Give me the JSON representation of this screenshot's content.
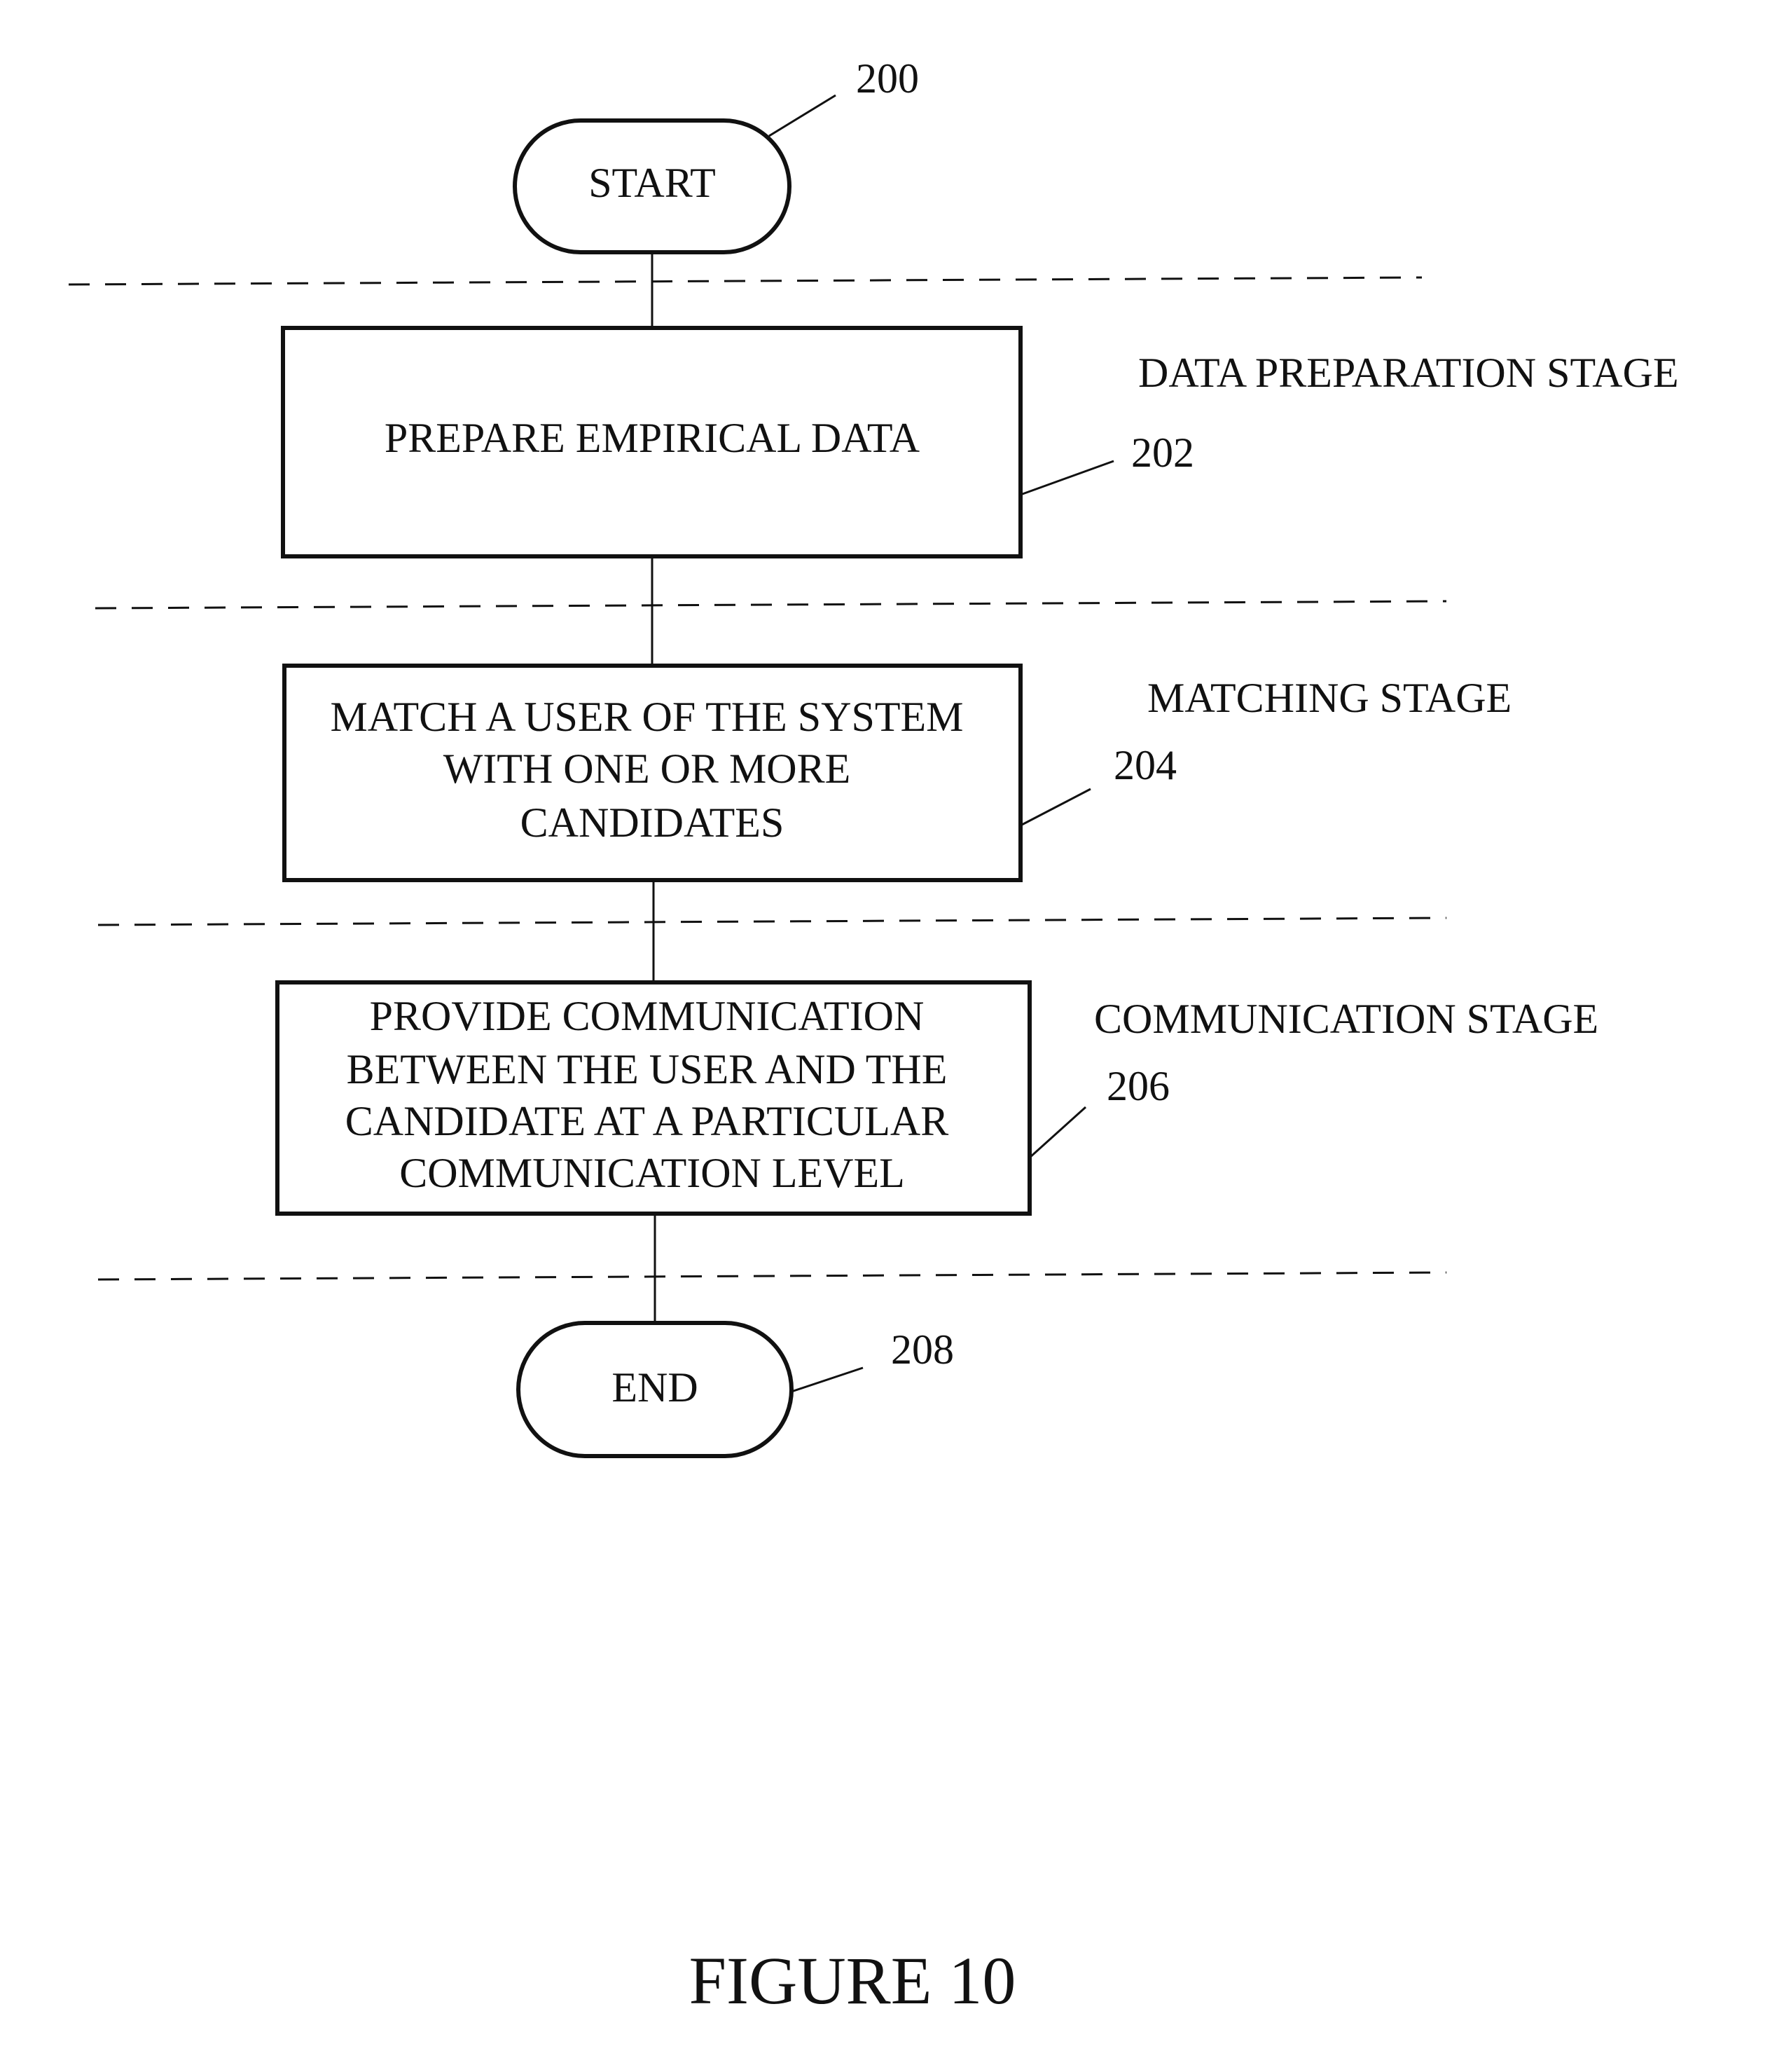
{
  "flowchart": {
    "start": {
      "label": "START",
      "ref": "200"
    },
    "end": {
      "label": "END",
      "ref": "208"
    },
    "steps": [
      {
        "ref": "202",
        "lines": [
          "PREPARE EMPIRICAL DATA"
        ]
      },
      {
        "ref": "204",
        "lines": [
          "MATCH A USER OF THE SYSTEM",
          "WITH ONE OR MORE",
          "CANDIDATES"
        ]
      },
      {
        "ref": "206",
        "lines": [
          "PROVIDE COMMUNICATION",
          "BETWEEN THE USER AND THE",
          "CANDIDATE AT A PARTICULAR",
          "COMMUNICATION LEVEL"
        ]
      }
    ],
    "stages": [
      "DATA PREPARATION STAGE",
      "MATCHING STAGE",
      "COMMUNICATION STAGE"
    ]
  },
  "figure_caption": "FIGURE 10",
  "colors": {
    "ink": "#111111",
    "paper": "#ffffff"
  }
}
